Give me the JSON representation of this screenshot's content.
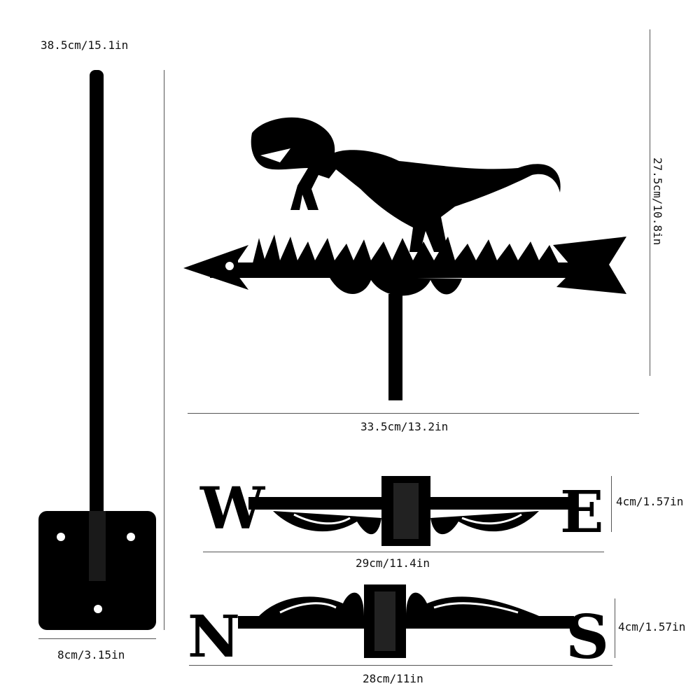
{
  "dimensions": {
    "pole_length": "38.5cm/15.1in",
    "base_width": "8cm/3.15in",
    "vane_height": "27.5cm/10.8in",
    "vane_width": "33.5cm/13.2in",
    "we_height": "4cm/1.57in",
    "we_width": "29cm/11.4in",
    "ns_height": "4cm/1.57in",
    "ns_width": "28cm/11in"
  },
  "compass_letters": {
    "west": "W",
    "east": "E",
    "north": "N",
    "south": "S"
  },
  "colors": {
    "silhouette": "#000000",
    "background": "#ffffff",
    "dimension_line": "#555555"
  }
}
